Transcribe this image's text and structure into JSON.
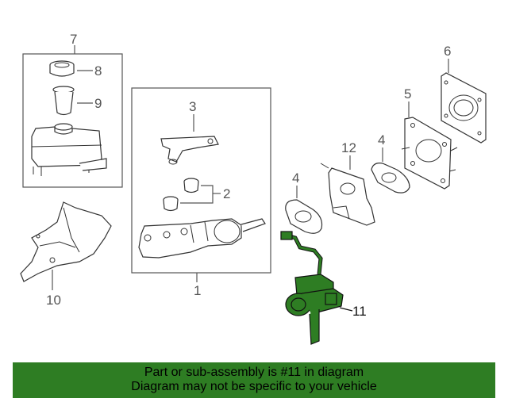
{
  "callouts": {
    "n1": "1",
    "n2": "2",
    "n3": "3",
    "n4a": "4",
    "n4b": "4",
    "n5": "5",
    "n6": "6",
    "n7": "7",
    "n8": "8",
    "n9": "9",
    "n10": "10",
    "n11": "11",
    "n12": "12"
  },
  "banner": {
    "line1": "Part or sub-assembly is #11 in diagram",
    "line2": "Diagram may not be specific to your vehicle"
  },
  "colors": {
    "highlight": "#2e7d23",
    "stroke": "#333333"
  }
}
